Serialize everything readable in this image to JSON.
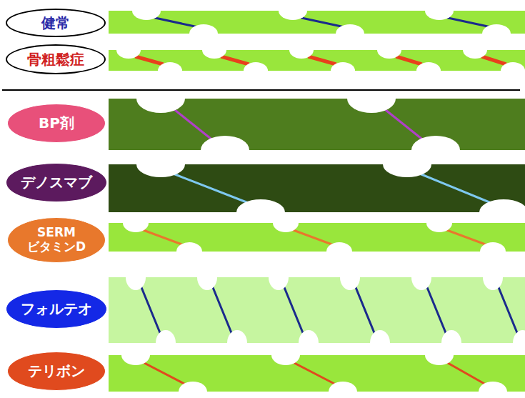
{
  "diagram": {
    "nodes": [
      {
        "text": [
          "健常"
        ]
      },
      {
        "text": [
          "骨粗鬆症"
        ]
      },
      {
        "text": [
          "BP剤"
        ]
      },
      {
        "text": [
          "デノスマブ"
        ]
      },
      {
        "text": [
          "SERM ビタミンD"
        ]
      },
      {
        "text": [
          "フォルテオ"
        ]
      },
      {
        "text": [
          "テリボン"
        ]
      }
    ]
  }
}
